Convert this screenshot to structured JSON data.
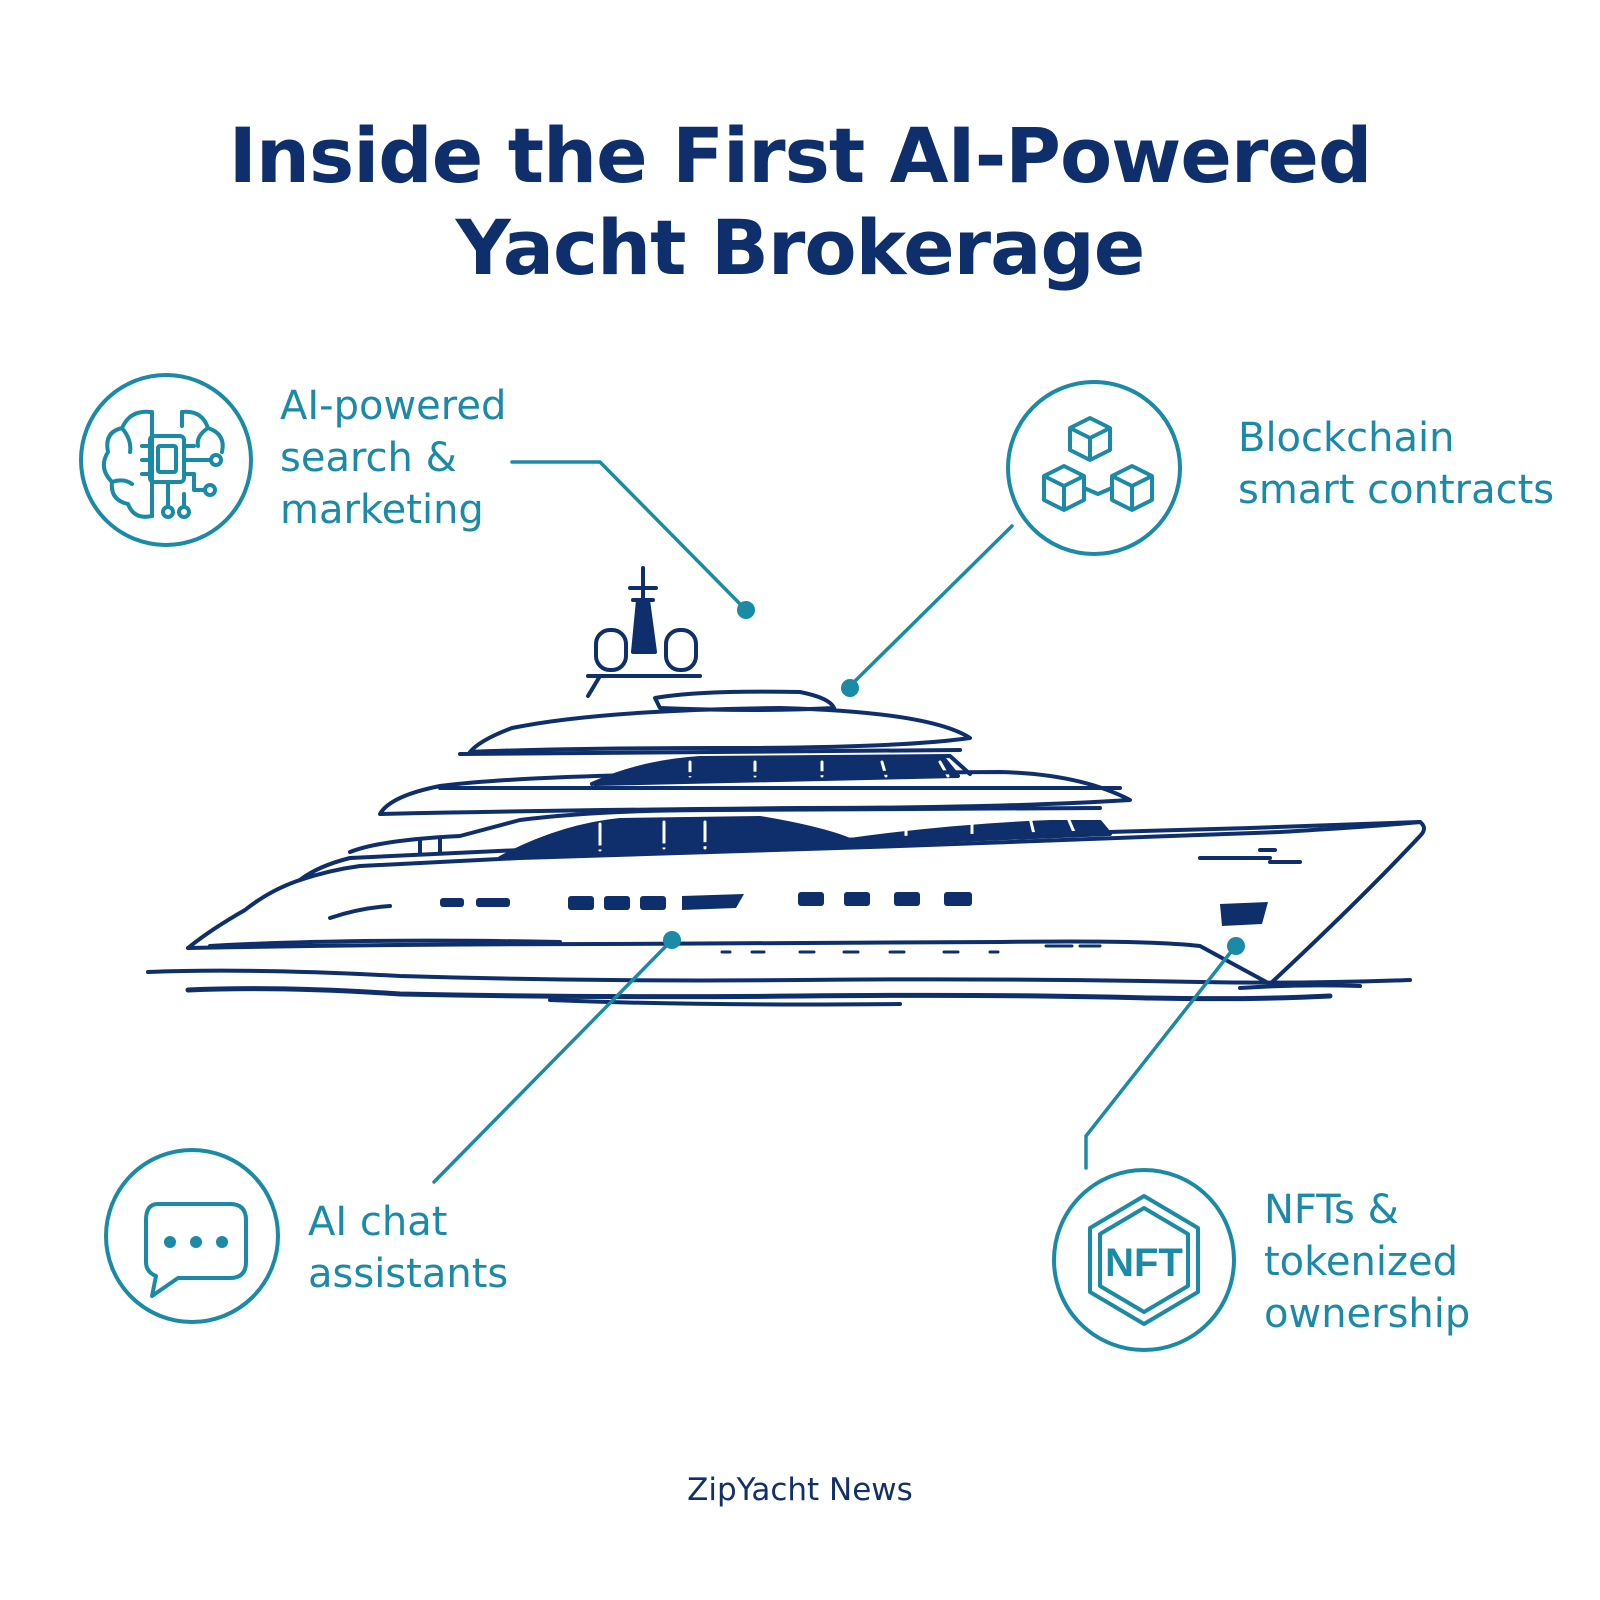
{
  "title": {
    "line1": "Inside the First AI-Powered",
    "line2": "Yacht Brokerage"
  },
  "features": {
    "ai_search": {
      "icon": "brain-chip-icon",
      "lines": [
        "AI-powered",
        "search &",
        "marketing"
      ]
    },
    "blockchain": {
      "icon": "blocks-icon",
      "lines": [
        "Blockchain",
        "smart contracts"
      ]
    },
    "chat": {
      "icon": "chat-bubble-icon",
      "lines": [
        "AI chat",
        "assistants"
      ]
    },
    "nft": {
      "icon": "nft-hexagon-icon",
      "icon_text": "NFT",
      "lines": [
        "NFTs &",
        "tokenized",
        "ownership"
      ]
    }
  },
  "footer": {
    "source": "ZipYacht News"
  },
  "colors": {
    "navy": "#0e2f6b",
    "teal": "#1a8aa6",
    "background": "#ffffff"
  }
}
